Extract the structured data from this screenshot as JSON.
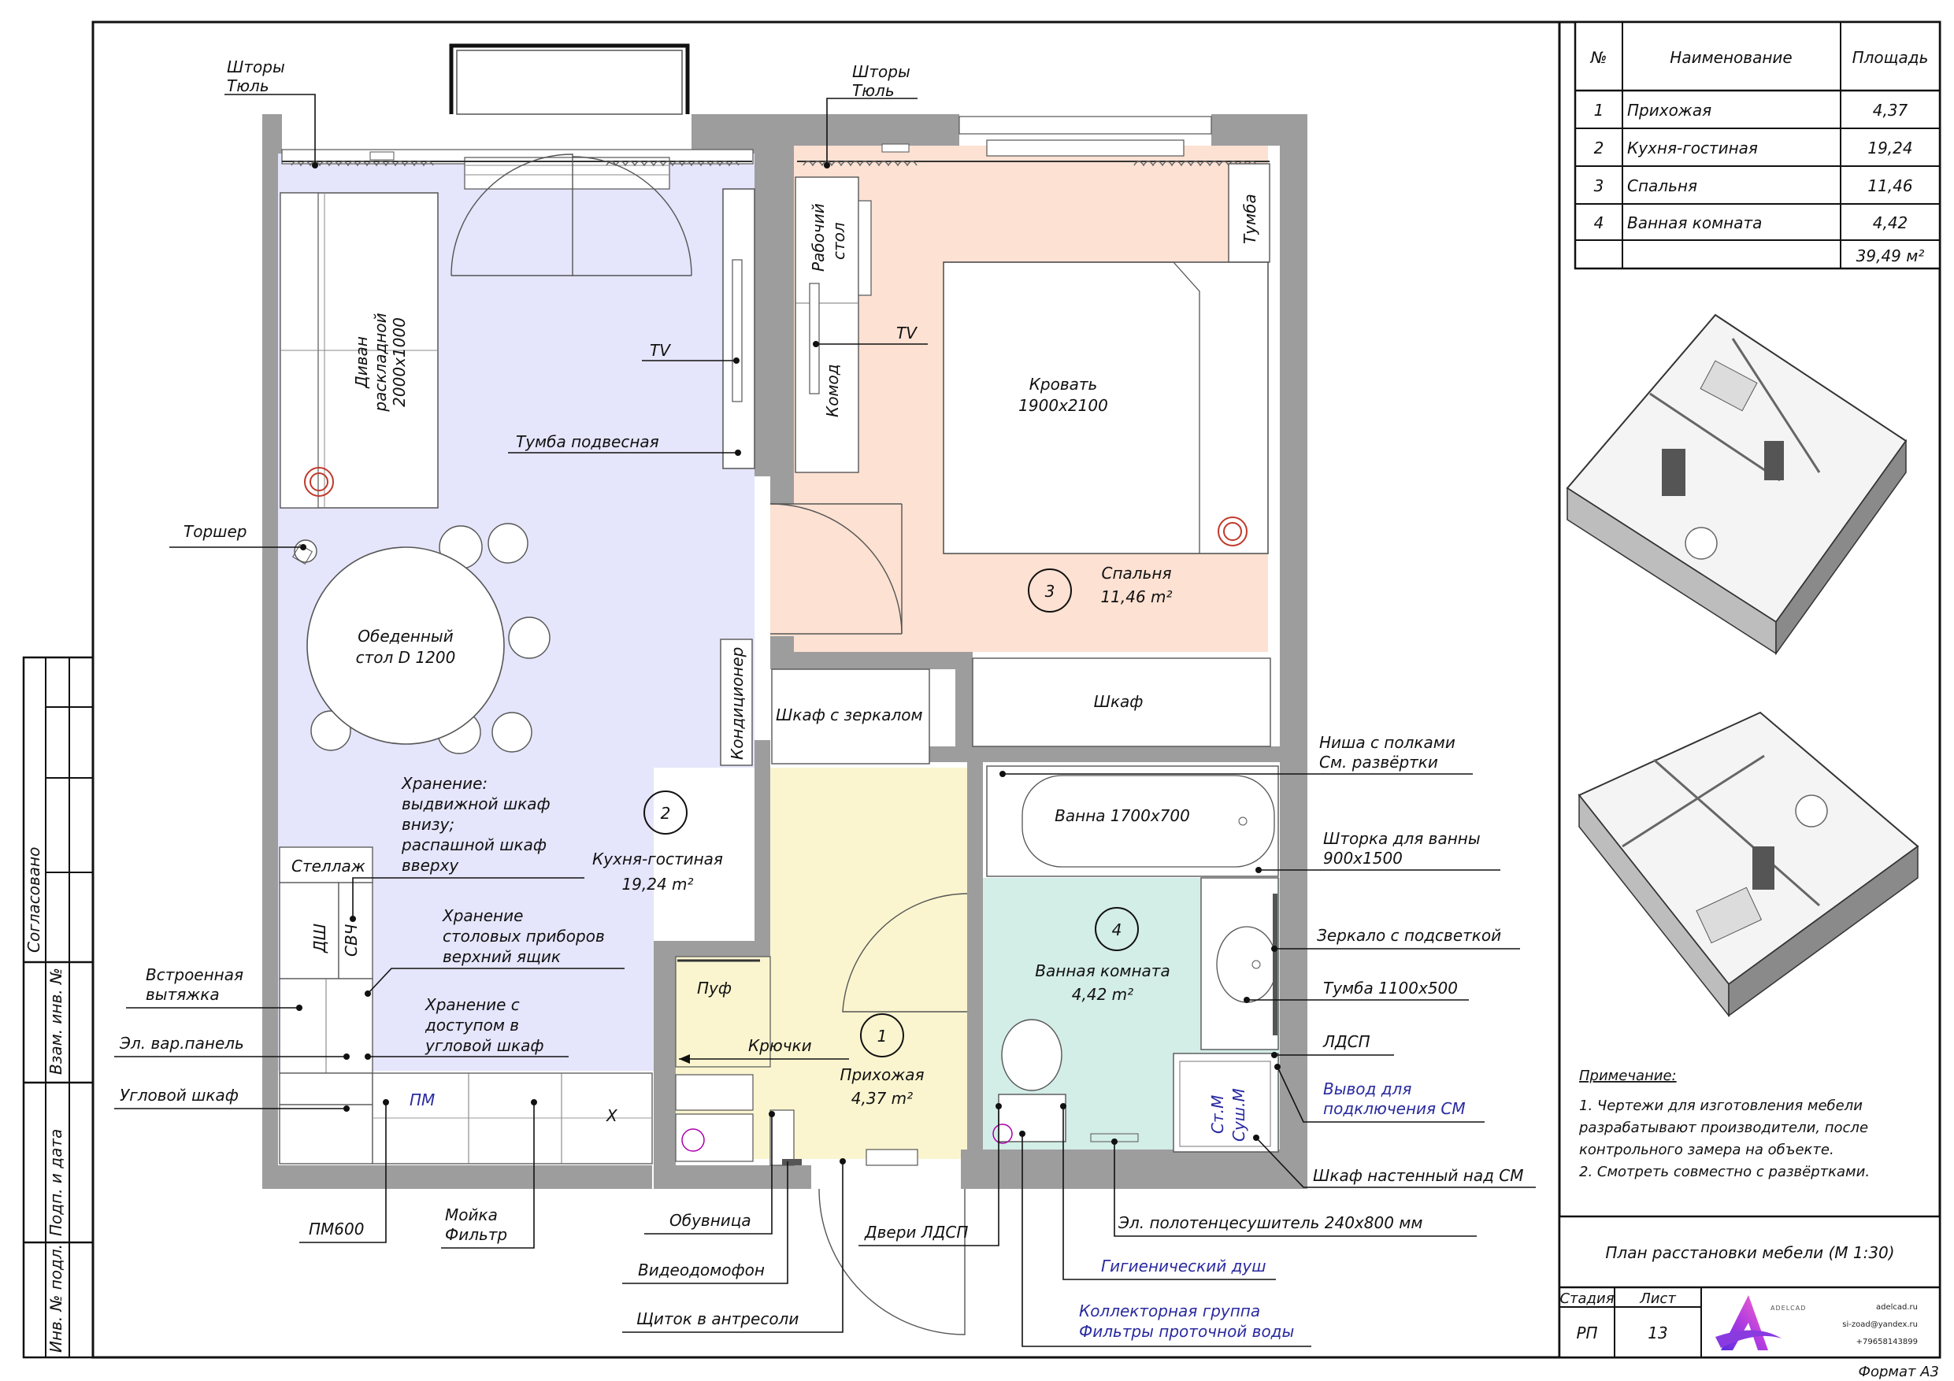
{
  "rooms": [
    {
      "number": "1",
      "name": "Прихожая",
      "area": "4,37 m²",
      "color": "#faf5cf"
    },
    {
      "number": "2",
      "name": "Кухня-гостиная",
      "area": "19,24 m²",
      "color": "#e5e5fb"
    },
    {
      "number": "3",
      "name": "Спальня",
      "area": "11,46 m²",
      "color": "#fde1d2"
    },
    {
      "number": "4",
      "name": "Ванная комната",
      "area": "4,42 m²",
      "color": "#d3ede7"
    }
  ],
  "furniture": {
    "sofa": [
      "Диван",
      "раскладной",
      "2000х1000"
    ],
    "table": [
      "Обеденный",
      "стол D 1200"
    ],
    "bed": [
      "Кровать",
      "1900х2100"
    ],
    "desk": [
      "Рабочий",
      "стол"
    ],
    "dresser": "Комод",
    "nightstand": "Тумба",
    "ac": "Кондиционер",
    "mirror_wardrobe": "Шкаф с зеркалом",
    "wardrobe": "Шкаф",
    "bathtub": "Ванна 1700х700",
    "rack": "Стеллаж",
    "oven": "ДШ",
    "microwave": "СВЧ",
    "pouf": "Пуф",
    "dishwasher": "ПМ",
    "x_mark": "Х",
    "washer": "Ст.М",
    "dryer": "Суш.М"
  },
  "callouts": {
    "curtains_left": [
      "Шторы",
      "Тюль"
    ],
    "curtains_right": [
      "Шторы",
      "Тюль"
    ],
    "tv_left": "TV",
    "tv_right": "TV",
    "hanging_stand": "Тумба подвесная",
    "floor_lamp": "Торшер",
    "storage_1": [
      "Хранение:",
      "выдвижной шкаф",
      "внизу;",
      "распашной шкаф",
      "вверху"
    ],
    "storage_2": [
      "Хранение",
      "столовых приборов",
      "верхний ящик"
    ],
    "storage_3": [
      "Хранение с",
      "доступом в",
      "угловой шкаф"
    ],
    "hood": [
      "Встроенная",
      "вытяжка"
    ],
    "hob": "Эл. вар.панель",
    "corner_cabinet": "Угловой шкаф",
    "pm600": "ПМ600",
    "sink": [
      "Мойка",
      "Фильтр"
    ],
    "hooks": "Крючки",
    "shoe_rack": "Обувница",
    "intercom": "Видеодомофон",
    "panel": "Щиток в антресоли",
    "doors": "Двери ЛДСП",
    "niche": [
      "Ниша с полками",
      "См. развёртки"
    ],
    "shower_curtain": [
      "Шторка для ванны",
      "900х1500"
    ],
    "mirror": "Зеркало с подсветкой",
    "vanity": "Тумба 1100х500",
    "ldsp": "ЛДСП",
    "washer_outlet": [
      "Вывод для",
      "подключения СМ"
    ],
    "wall_cabinet": "Шкаф настенный над СМ",
    "towel_rail": "Эл. полотенцесушитель 240х800 мм",
    "hygienic_shower": "Гигиенический душ",
    "collector": [
      "Коллекторная группа",
      "Фильтры проточной воды"
    ]
  },
  "table": {
    "headers": [
      "№",
      "Наименование",
      "Площадь"
    ],
    "rows": [
      [
        "1",
        "Прихожая",
        "4,37"
      ],
      [
        "2",
        "Кухня-гостиная",
        "19,24"
      ],
      [
        "3",
        "Спальня",
        "11,46"
      ],
      [
        "4",
        "Ванная комната",
        "4,42"
      ]
    ],
    "total": "39,49 м²"
  },
  "notes": {
    "title": "Примечание:",
    "lines": [
      "1.  Чертежи для изготовления мебели",
      "разрабатывают производители, после",
      "контрольного замера на объекте.",
      "2. Смотреть совместно с развёртками."
    ]
  },
  "stamp": {
    "title": "План расстановки мебели (М 1:30)",
    "stage_label": "Стадия",
    "sheet_label": "Лист",
    "stage": "РП",
    "sheet": "13",
    "logo": "ADELCAD",
    "contacts": [
      "adelcad.ru",
      "si-zoad@yandex.ru",
      "+79658143899"
    ],
    "format": "Формат А3"
  },
  "side_stamp": [
    "Согласовано",
    "Взам. инв. №",
    "Подп. и дата",
    "Инв. № подл."
  ]
}
